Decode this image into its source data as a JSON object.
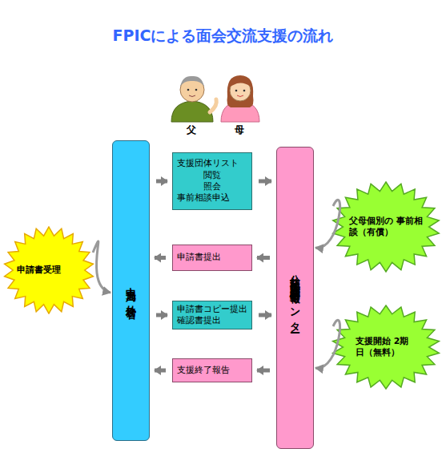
{
  "diagram": {
    "title": "FPICによる面会交流支援の流れ",
    "nodes": [
      {
        "text": [
          "中央当局　外務省"
        ]
      },
      {
        "text": [
          "公益社団法人家庭問題情報センター"
        ]
      },
      {
        "text": [
          "支援団体リスト",
          "閲覧",
          "照会",
          "事前相談申込"
        ]
      },
      {
        "text": [
          "申請書提出"
        ]
      },
      {
        "text": [
          "申請書コピー提出",
          "確認書提出"
        ]
      },
      {
        "text": [
          "支援終了報告"
        ]
      },
      {
        "text": [
          "申請書受理"
        ]
      },
      {
        "text": [
          "父母個別の 事前相談（有償）"
        ]
      },
      {
        "text": [
          "支援開始 2期日（無料）"
        ]
      }
    ],
    "edges": [
      {
        "from": 0,
        "to": 2,
        "arrow": "to"
      },
      {
        "from": 2,
        "to": 1,
        "arrow": "to"
      },
      {
        "from": 1,
        "to": 3,
        "arrow": "to"
      },
      {
        "from": 3,
        "to": 0,
        "arrow": "to"
      },
      {
        "from": 0,
        "to": 4,
        "arrow": "to"
      },
      {
        "from": 4,
        "to": 1,
        "arrow": "to"
      },
      {
        "from": 1,
        "to": 5,
        "arrow": "to"
      },
      {
        "from": 5,
        "to": 0,
        "arrow": "to"
      },
      {
        "from": 6,
        "to": 0,
        "arrow": "to"
      },
      {
        "from": 7,
        "to": 1,
        "arrow": "to"
      },
      {
        "from": 8,
        "to": 1,
        "arrow": "to"
      }
    ],
    "labels": [
      "父",
      "母"
    ]
  }
}
